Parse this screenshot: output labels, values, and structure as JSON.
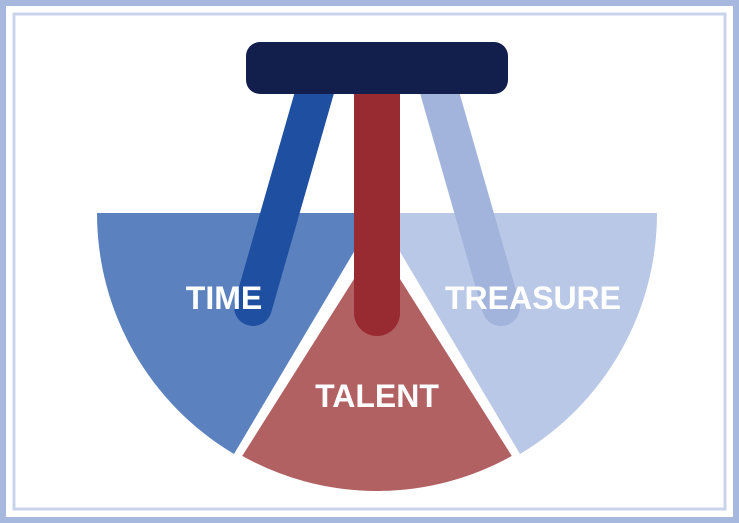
{
  "diagram": {
    "segments": [
      {
        "id": "time",
        "label": "TIME",
        "color": "#5b82bf",
        "leg_color": "#1f4fa0"
      },
      {
        "id": "talent",
        "label": "TALENT",
        "color": "#b26163",
        "leg_color": "#982a31"
      },
      {
        "id": "treasure",
        "label": "TREASURE",
        "color": "#b9c8e6",
        "leg_color": "#a3b4dc"
      }
    ],
    "seat_color": "#121f4d",
    "frame_color": "#a7b8de"
  }
}
